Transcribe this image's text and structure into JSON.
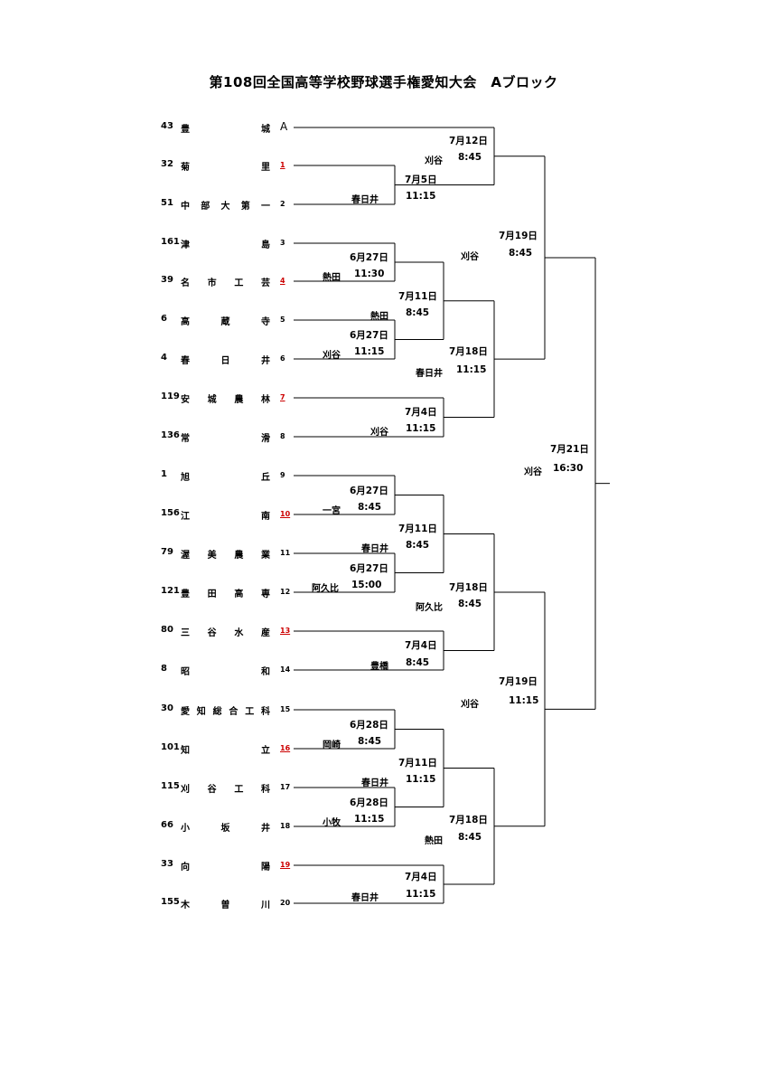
{
  "title": "第108回全国高等学校野球選手権愛知大会　Aブロック",
  "teams": [
    {
      "seed": "43",
      "name": "豊 城",
      "num": "A",
      "red": false
    },
    {
      "seed": "32",
      "name": "菊 里",
      "num": "1",
      "red": true
    },
    {
      "seed": "51",
      "name": "中 部 大 第 一",
      "num": "2",
      "red": false
    },
    {
      "seed": "161",
      "name": "津 島",
      "num": "3",
      "red": false
    },
    {
      "seed": "39",
      "name": "名 市 工 芸",
      "num": "4",
      "red": true
    },
    {
      "seed": "6",
      "name": "高 蔵 寺",
      "num": "5",
      "red": false
    },
    {
      "seed": "4",
      "name": "春 日 井",
      "num": "6",
      "red": false
    },
    {
      "seed": "119",
      "name": "安 城 農 林",
      "num": "7",
      "red": true
    },
    {
      "seed": "136",
      "name": "常 滑",
      "num": "8",
      "red": false
    },
    {
      "seed": "1",
      "name": "旭 丘",
      "num": "9",
      "red": false
    },
    {
      "seed": "156",
      "name": "江 南",
      "num": "10",
      "red": true
    },
    {
      "seed": "79",
      "name": "渥 美 農 業",
      "num": "11",
      "red": false
    },
    {
      "seed": "121",
      "name": "豊 田 高 専",
      "num": "12",
      "red": false
    },
    {
      "seed": "80",
      "name": "三 谷 水 産",
      "num": "13",
      "red": true
    },
    {
      "seed": "8",
      "name": "昭 和",
      "num": "14",
      "red": false
    },
    {
      "seed": "30",
      "name": "愛 知 総 合 工 科",
      "num": "15",
      "red": false
    },
    {
      "seed": "101",
      "name": "知 立",
      "num": "16",
      "red": true
    },
    {
      "seed": "115",
      "name": "刈 谷 工 科",
      "num": "17",
      "red": false
    },
    {
      "seed": "66",
      "name": "小 坂 井",
      "num": "18",
      "red": false
    },
    {
      "seed": "33",
      "name": "向 陽",
      "num": "19",
      "red": true
    },
    {
      "seed": "155",
      "name": "木 曽 川",
      "num": "20",
      "red": false
    }
  ],
  "games": [
    {
      "date": "7月5日",
      "venue": "春日井",
      "time": "11:15"
    },
    {
      "date": "6月27日",
      "venue": "熱田",
      "time": "11:30"
    },
    {
      "date": "6月27日",
      "venue": "刈谷",
      "time": "11:15"
    },
    {
      "date": "7月4日",
      "venue": "刈谷",
      "time": "11:15"
    },
    {
      "date": "6月27日",
      "venue": "一宮",
      "time": "8:45"
    },
    {
      "date": "6月27日",
      "venue": "阿久比",
      "time": "15:00"
    },
    {
      "date": "7月4日",
      "venue": "豊橋",
      "time": "8:45"
    },
    {
      "date": "6月28日",
      "venue": "岡崎",
      "time": "8:45"
    },
    {
      "date": "6月28日",
      "venue": "小牧",
      "time": "11:15"
    },
    {
      "date": "7月4日",
      "venue": "春日井",
      "time": "11:15"
    },
    {
      "date": "7月11日",
      "venue": "熱田",
      "time": "8:45"
    },
    {
      "date": "7月11日",
      "venue": "春日井",
      "time": "8:45"
    },
    {
      "date": "7月11日",
      "venue": "春日井",
      "time": "11:15"
    },
    {
      "date": "7月12日",
      "venue": "刈谷",
      "time": "8:45"
    },
    {
      "date": "7月18日",
      "venue": "春日井",
      "time": "11:15"
    },
    {
      "date": "7月18日",
      "venue": "阿久比",
      "time": "8:45"
    },
    {
      "date": "7月18日",
      "venue": "熱田",
      "time": "8:45"
    },
    {
      "date": "7月19日",
      "venue": "刈谷",
      "time": "8:45"
    },
    {
      "date": "7月19日",
      "venue": "刈谷",
      "time": "11:15"
    },
    {
      "date": "7月21日",
      "venue": "刈谷",
      "time": "16:30"
    }
  ]
}
